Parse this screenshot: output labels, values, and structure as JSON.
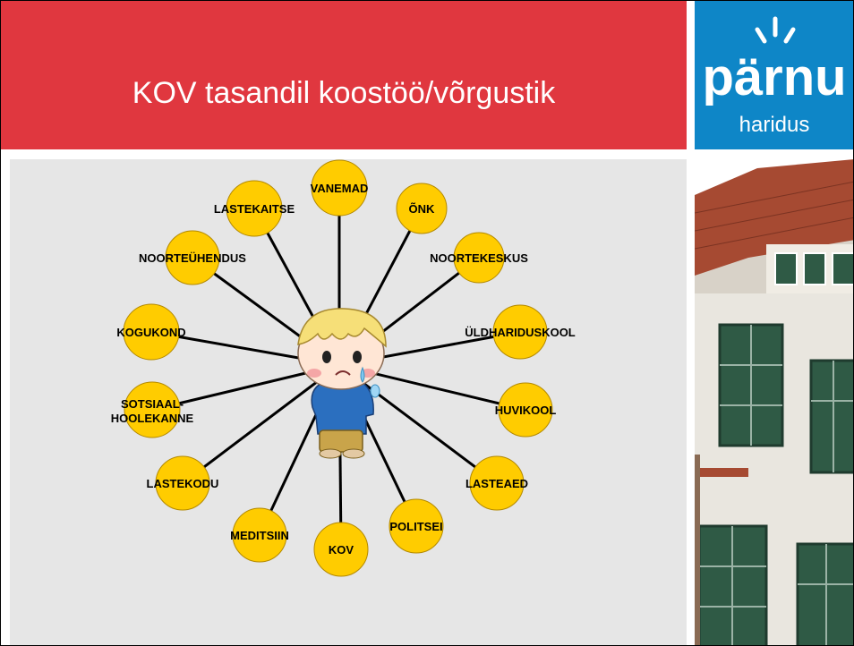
{
  "slide": {
    "title": "KOV tasandil koostöö/võrgustik"
  },
  "logo": {
    "wordmark": "pärnu",
    "sub": "haridus"
  },
  "colors": {
    "title_bar": "#e0373f",
    "logo_bg": "#0e86c7",
    "node_fill": "#ffcc00",
    "node_stroke": "#b38900",
    "line": "#000000",
    "panel": "#e6e6e6"
  },
  "network": {
    "center_icon": "crying-child-icon",
    "nodes": [
      {
        "id": "vanemad",
        "label": "VANEMAD"
      },
      {
        "id": "onk",
        "label": "ÕNK"
      },
      {
        "id": "noortekeskus",
        "label": "NOORTEKESKUS"
      },
      {
        "id": "uldhariduskool",
        "label": "ÜLDHARIDUSKOOL"
      },
      {
        "id": "huvikool",
        "label": "HUVIKOOL"
      },
      {
        "id": "lasteaed",
        "label": "LASTEAED"
      },
      {
        "id": "politsei",
        "label": "POLITSEI"
      },
      {
        "id": "kov",
        "label": "KOV"
      },
      {
        "id": "meditsiin",
        "label": "MEDITSIIN"
      },
      {
        "id": "lastekodu",
        "label": "LASTEKODU"
      },
      {
        "id": "sotsiaalhoolekanne",
        "label": "SOTSIAAL-",
        "label2": "HOOLEKANNE"
      },
      {
        "id": "kogukond",
        "label": "KOGUKOND"
      },
      {
        "id": "noorteuhendus",
        "label": "NOORTEÜHENDUS"
      },
      {
        "id": "lastekaitse",
        "label": "LASTEKAITSE"
      }
    ]
  }
}
